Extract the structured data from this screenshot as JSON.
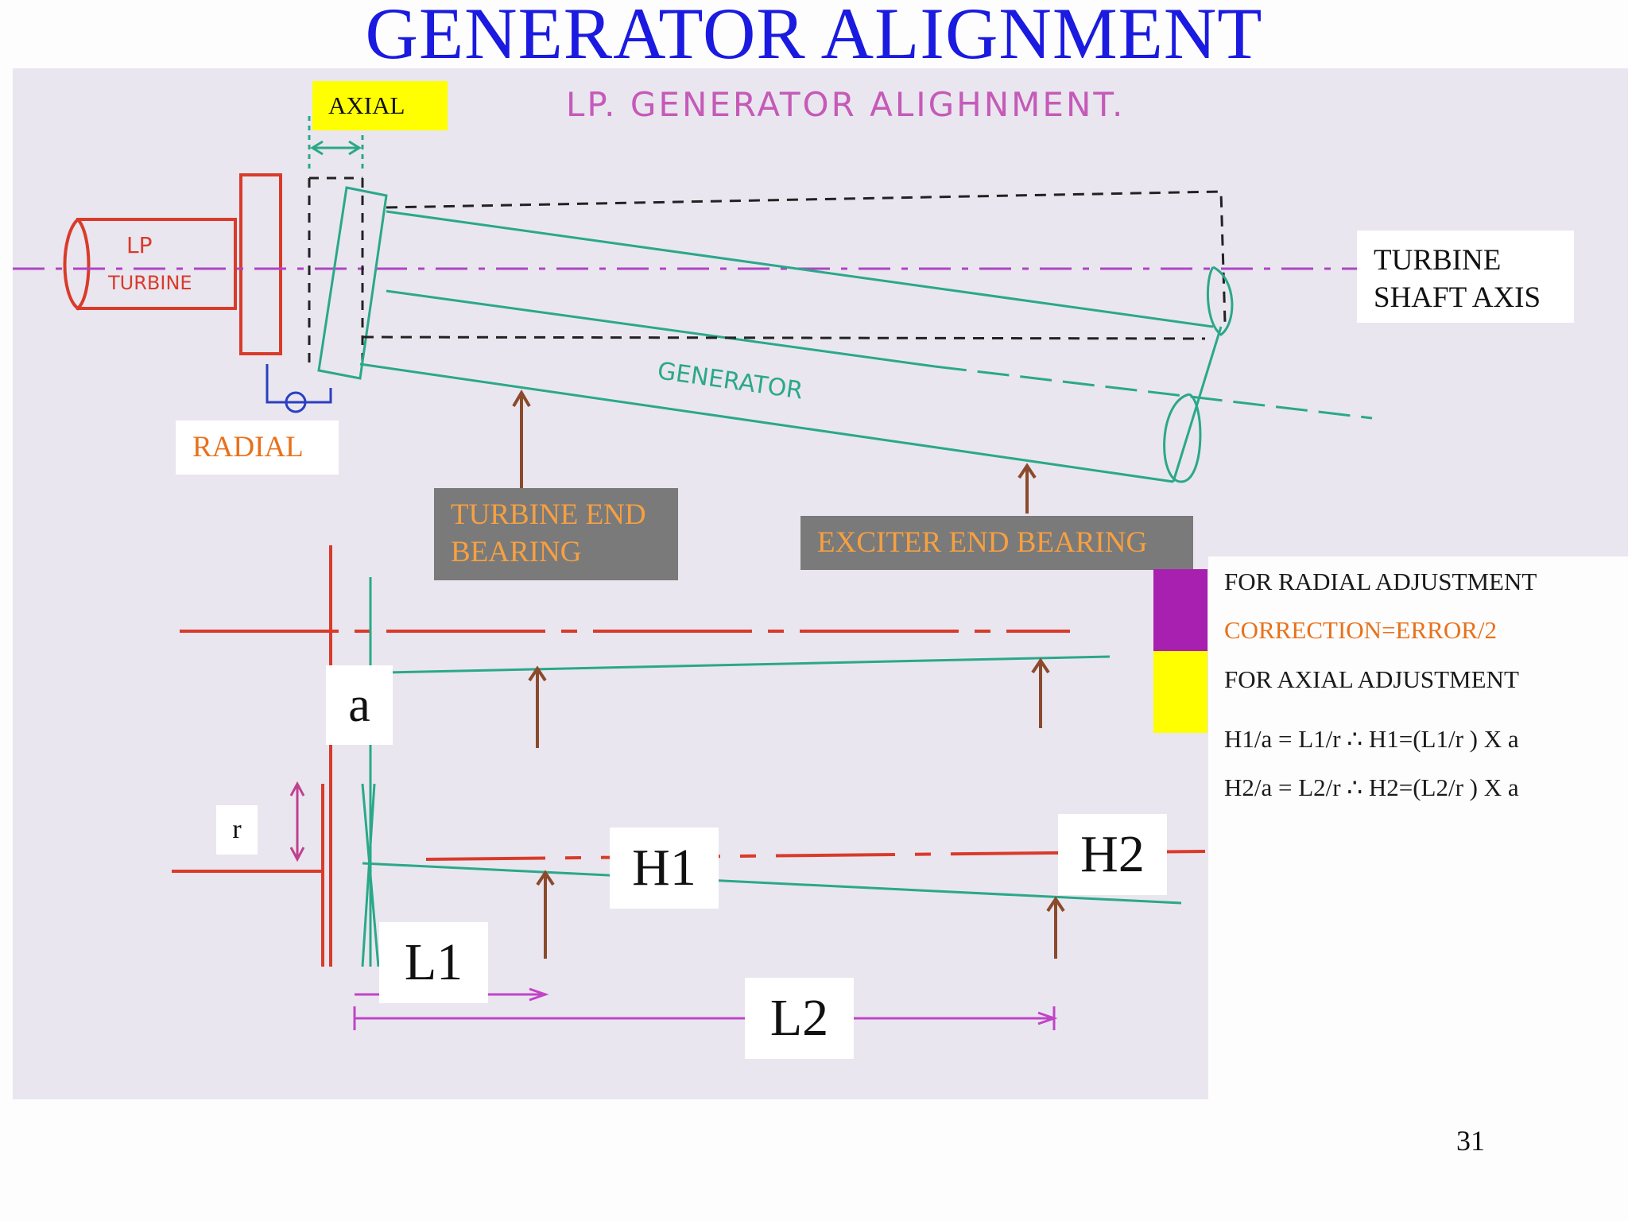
{
  "slide": {
    "title": "GENERATOR ALIGNMENT",
    "page_number": "31"
  },
  "sketch": {
    "heading": "LP. GENERATOR ALIGHNMENT.",
    "lp_turbine_line1": "LP",
    "lp_turbine_line2": "TURBINE",
    "generator": "GENERATOR"
  },
  "labels": {
    "axial": "AXIAL",
    "radial": "RADIAL",
    "turbine_shaft_axis_line1": "TURBINE",
    "turbine_shaft_axis_line2": "SHAFT AXIS",
    "turbine_end_bearing_line1": "TURBINE END",
    "turbine_end_bearing_line2": "BEARING",
    "exciter_end_bearing": "EXCITER END BEARING",
    "a": "a",
    "r": "r",
    "h1": "H1",
    "h2": "H2",
    "l1": "L1",
    "l2": "L2"
  },
  "legend": {
    "radial_adjustment": "FOR RADIAL ADJUSTMENT",
    "correction": "CORRECTION=ERROR/2",
    "axial_adjustment": "FOR AXIAL ADJUSTMENT",
    "formula_h1": "H1/a = L1/r ∴ H1=(L1/r ) X a",
    "formula_h2": "H2/a = L2/r ∴ H2=(L2/r ) X a"
  },
  "colors": {
    "title": "#1a1ae0",
    "accent_orange": "#e8711b",
    "radial_swatch": "#a820b0",
    "axial_swatch": "#ffff00",
    "bearing_label_bg": "#7a7a7a",
    "paper": "#e9e6ef"
  }
}
